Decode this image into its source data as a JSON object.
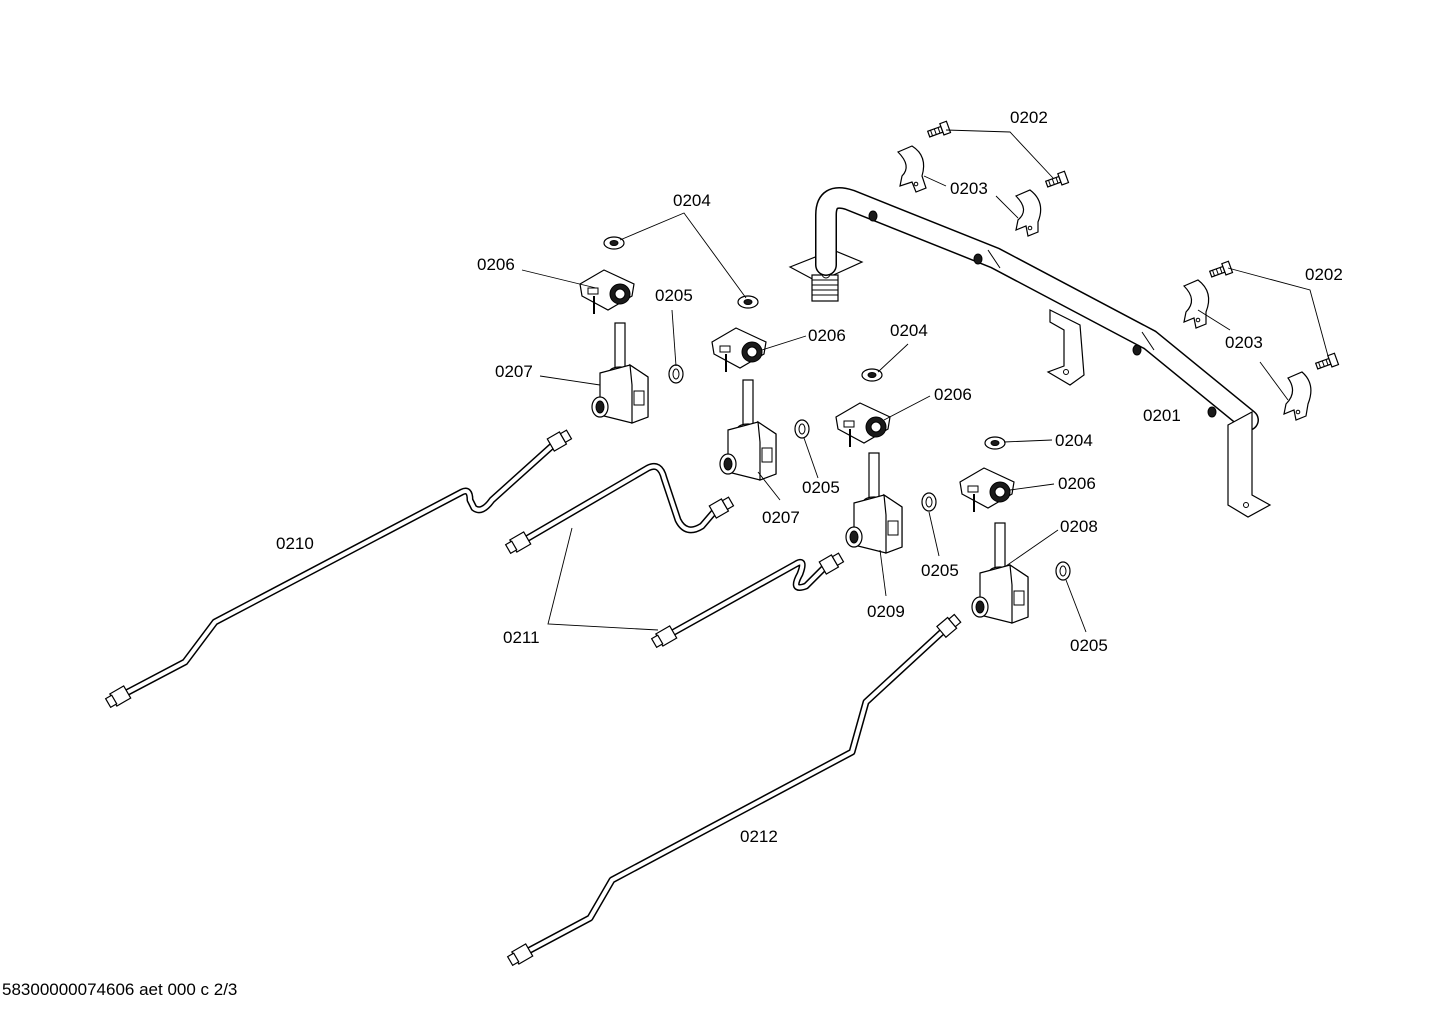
{
  "diagram": {
    "labels": {
      "l0201": "0201",
      "l0202a": "0202",
      "l0202b": "0202",
      "l0203a": "0203",
      "l0203b": "0203",
      "l0204a": "0204",
      "l0204b": "0204",
      "l0204c": "0204",
      "l0205a": "0205",
      "l0205b": "0205",
      "l0205c": "0205",
      "l0205d": "0205",
      "l0206a": "0206",
      "l0206b": "0206",
      "l0206c": "0206",
      "l0206d": "0206",
      "l0207a": "0207",
      "l0207b": "0207",
      "l0208": "0208",
      "l0209": "0209",
      "l0210": "0210",
      "l0211": "0211",
      "l0212": "0212"
    }
  },
  "footer": {
    "doc_id": "58300000074606 aet 000 c 2/3"
  }
}
